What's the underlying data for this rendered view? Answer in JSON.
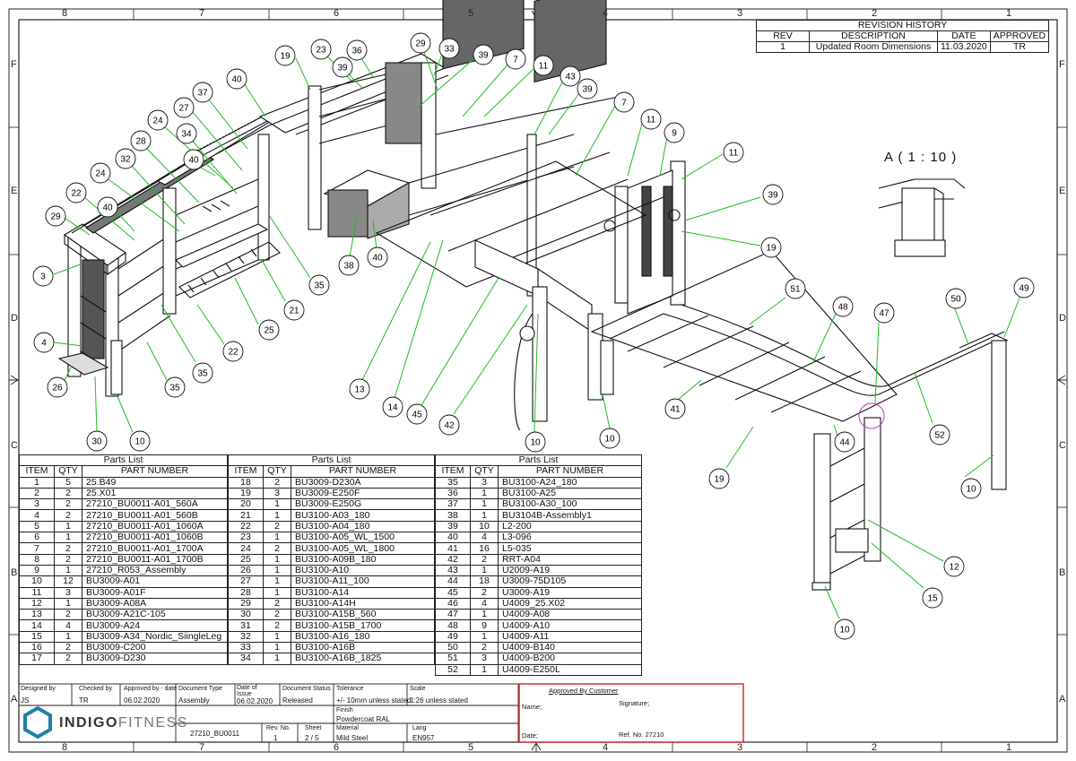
{
  "zones": {
    "columns": [
      "8",
      "7",
      "6",
      "5",
      "4",
      "3",
      "2",
      "1"
    ],
    "rows": [
      "F",
      "E",
      "D",
      "C",
      "B",
      "A"
    ]
  },
  "revision_history": {
    "title": "REVISION HISTORY",
    "headers": [
      "REV",
      "DESCRIPTION",
      "DATE",
      "APPROVED"
    ],
    "rows": [
      [
        "1",
        "Updated Room Dimensions",
        "11.03.2020",
        "TR"
      ]
    ]
  },
  "detail_view_label": "A ( 1 : 10 )",
  "balloons": [
    [
      "19",
      "23",
      "36",
      "39",
      "29",
      "33",
      "39",
      "7",
      "11",
      "43",
      "39",
      "7",
      "11",
      "9",
      "11",
      "39",
      "19",
      "40",
      "37",
      "24",
      "27",
      "34",
      "28",
      "40",
      "24",
      "32",
      "22",
      "40",
      "29",
      "3",
      "4",
      "26",
      "30",
      "10",
      "35",
      "35",
      "22",
      "25",
      "21",
      "35",
      "38",
      "40",
      "13",
      "14",
      "45",
      "42",
      "10",
      "10",
      "41",
      "51",
      "48",
      "47",
      "50",
      "49",
      "52",
      "44",
      "19",
      "10",
      "12",
      "15",
      "10"
    ]
  ],
  "parts_lists": [
    {
      "title": "Parts List",
      "headers": [
        "ITEM",
        "QTY",
        "PART NUMBER"
      ],
      "rows": [
        [
          "1",
          "5",
          "25.B49"
        ],
        [
          "2",
          "2",
          "25.X01"
        ],
        [
          "3",
          "2",
          "27210_BU0011-A01_560A"
        ],
        [
          "4",
          "2",
          "27210_BU0011-A01_560B"
        ],
        [
          "5",
          "1",
          "27210_BU0011-A01_1060A"
        ],
        [
          "6",
          "1",
          "27210_BU0011-A01_1060B"
        ],
        [
          "7",
          "2",
          "27210_BU0011-A01_1700A"
        ],
        [
          "8",
          "2",
          "27210_BU0011-A01_1700B"
        ],
        [
          "9",
          "1",
          "27210_R053_Assembly"
        ],
        [
          "10",
          "12",
          "BU3009-A01"
        ],
        [
          "11",
          "3",
          "BU3009-A01F"
        ],
        [
          "12",
          "1",
          "BU3009-A08A"
        ],
        [
          "13",
          "2",
          "BU3009-A21C-105"
        ],
        [
          "14",
          "4",
          "BU3009-A24"
        ],
        [
          "15",
          "1",
          "BU3009-A34_Nordic_SiingleLeg"
        ],
        [
          "16",
          "2",
          "BU3009-C200"
        ],
        [
          "17",
          "2",
          "BU3009-D230"
        ]
      ]
    },
    {
      "title": "Parts List",
      "headers": [
        "ITEM",
        "QTY",
        "PART NUMBER"
      ],
      "rows": [
        [
          "18",
          "2",
          "BU3009-D230A"
        ],
        [
          "19",
          "3",
          "BU3009-E250F"
        ],
        [
          "20",
          "1",
          "BU3009-E250G"
        ],
        [
          "21",
          "1",
          "BU3100-A03_180"
        ],
        [
          "22",
          "2",
          "BU3100-A04_180"
        ],
        [
          "23",
          "1",
          "BU3100-A05_WL_1500"
        ],
        [
          "24",
          "2",
          "BU3100-A05_WL_1800"
        ],
        [
          "25",
          "1",
          "BU3100-A09B_180"
        ],
        [
          "26",
          "1",
          "BU3100-A10"
        ],
        [
          "27",
          "1",
          "BU3100-A11_100"
        ],
        [
          "28",
          "1",
          "BU3100-A14"
        ],
        [
          "29",
          "2",
          "BU3100-A14H"
        ],
        [
          "30",
          "2",
          "BU3100-A15B_560"
        ],
        [
          "31",
          "2",
          "BU3100-A15B_1700"
        ],
        [
          "32",
          "1",
          "BU3100-A16_180"
        ],
        [
          "33",
          "1",
          "BU3100-A16B"
        ],
        [
          "34",
          "1",
          "BU3100-A16B_1825"
        ]
      ]
    },
    {
      "title": "Parts List",
      "headers": [
        "ITEM",
        "QTY",
        "PART NUMBER"
      ],
      "rows": [
        [
          "35",
          "3",
          "BU3100-A24_180"
        ],
        [
          "36",
          "1",
          "BU3100-A25"
        ],
        [
          "37",
          "1",
          "BU3100-A30_100"
        ],
        [
          "38",
          "1",
          "BU3104B-Assembly1"
        ],
        [
          "39",
          "10",
          "L2-200"
        ],
        [
          "40",
          "4",
          "L3-096"
        ],
        [
          "41",
          "16",
          "L5-035"
        ],
        [
          "42",
          "2",
          "RRT-A04"
        ],
        [
          "43",
          "1",
          "U2009-A19"
        ],
        [
          "44",
          "18",
          "U3009-75D105"
        ],
        [
          "45",
          "2",
          "U3009-A19"
        ],
        [
          "46",
          "4",
          "U4009_25.X02"
        ],
        [
          "47",
          "1",
          "U4009-A08"
        ],
        [
          "48",
          "9",
          "U4009-A10"
        ],
        [
          "49",
          "1",
          "U4009-A11"
        ],
        [
          "50",
          "2",
          "U4009-B140"
        ],
        [
          "51",
          "3",
          "U4009-B200"
        ],
        [
          "52",
          "1",
          "U4009-E250L"
        ]
      ]
    }
  ],
  "title_block": {
    "designed_by_label": "Designed by",
    "designed_by": "JS",
    "checked_by_label": "Checked by",
    "checked_by": "TR",
    "approved_label": "Approved by - date",
    "approved_date": "06.02.2020",
    "doc_type_label": "Document Type",
    "doc_type": "Assembly",
    "date_issue_label_1": "Date of",
    "date_issue_label_2": "Issue",
    "date_issue": "06.02.2020",
    "doc_status_label": "Document Status",
    "doc_status": "Released",
    "tolerance_label": "Tolerance",
    "tolerance": "+/- 10mm unless stated",
    "scale_label": "Scale",
    "scale": "1:26 unless stated",
    "finish_label": "Finish",
    "finish": "Powdercoat RAL",
    "material_label": "Material",
    "material": "Mild Steel",
    "lang_label": "Lang",
    "lang": "EN957",
    "drawing_number": "27210_BU0011",
    "rev_no_label": "Rev. No.",
    "rev_no": "1",
    "sheet_label": "Sheet",
    "sheet": "2 / 5",
    "logo_bold": "INDIGO",
    "logo_light": "FITNESS"
  },
  "customer_block": {
    "title": "Approved By Customer",
    "name_label": "Name;",
    "signature_label": "Signature;",
    "date_label": "Date;",
    "ref_label": "Ref. No. 27210"
  },
  "colors": {
    "line": "#111111",
    "leader": "#22bb22",
    "customer_border": "#d62020",
    "highlight": "#c03cc0",
    "logo": "#1f7fa5"
  }
}
